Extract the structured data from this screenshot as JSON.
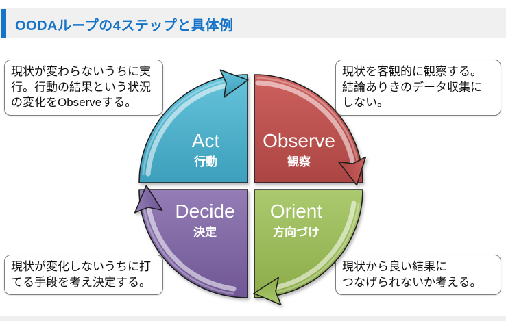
{
  "header": {
    "title": "OODAループの4ステップと具体例"
  },
  "theme": {
    "accent_blue": "#1573c8",
    "header_band_gray": "#f0f0f0",
    "page_background": "#ffffff",
    "callout_border_gray": "#7f7f7f",
    "shape_outline": "#1f1f1f",
    "label_text": "#ffffff"
  },
  "callouts": {
    "act": "現状が変わらないうちに実\n行。行動の結果という状況\nの変化をObserveする。",
    "observe": "現状を客観的に観察する。\n結論ありきのデータ収集に\nしない。",
    "decide": "現状が変化しないうちに打\nてる手段を考え決定する。",
    "orient": "現状から良い結果に\nつなげられないか考える。"
  },
  "diagram": {
    "type": "cycle",
    "name": "OODA loop",
    "direction": "clockwise",
    "steps": [
      {
        "en": "Observe",
        "ja": "観察",
        "color": "#c0504d",
        "position": "top-right"
      },
      {
        "en": "Orient",
        "ja": "方向づけ",
        "color": "#9bbb59",
        "position": "bottom-right"
      },
      {
        "en": "Decide",
        "ja": "決定",
        "color": "#8064a2",
        "position": "bottom-left"
      },
      {
        "en": "Act",
        "ja": "行動",
        "color": "#4bacc6",
        "position": "top-left"
      }
    ]
  }
}
